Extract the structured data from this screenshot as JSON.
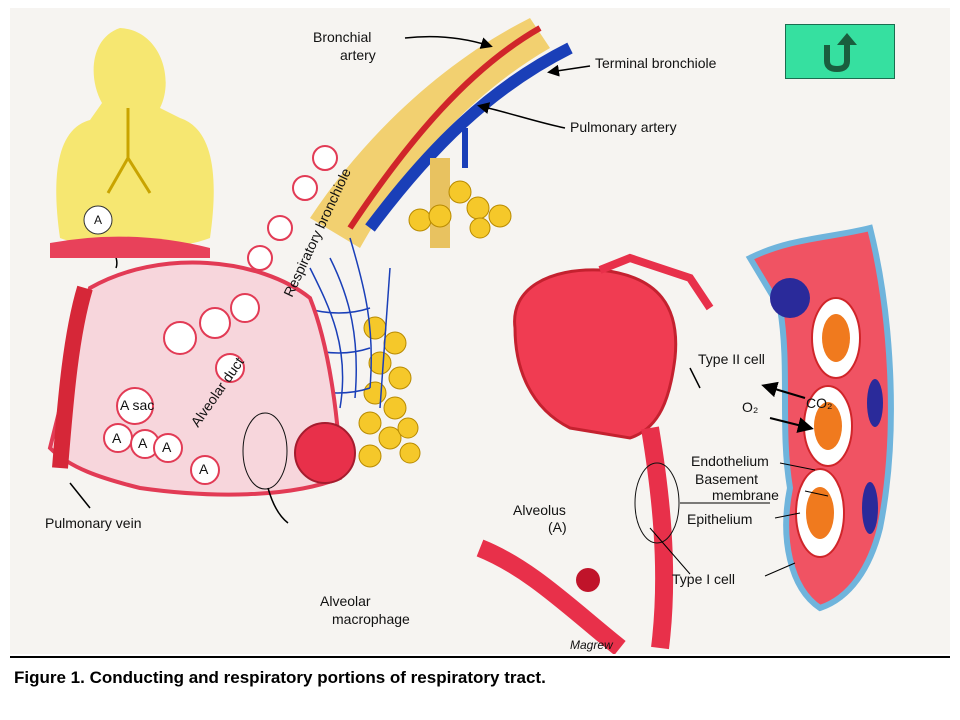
{
  "labels": {
    "bronchial_artery_1": "Bronchial",
    "bronchial_artery_2": "artery",
    "terminal_bronchiole": "Terminal bronchiole",
    "pulmonary_artery": "Pulmonary artery",
    "respiratory_bronchiole": "Respiratory bronchiole",
    "alveolar_duct": "Alveolar duct",
    "a_sac": "A sac",
    "a": "A",
    "pulmonary_vein": "Pulmonary vein",
    "alveolar_macrophage_1": "Alveolar",
    "alveolar_macrophage_2": "macrophage",
    "alveolus_1": "Alveolus",
    "alveolus_2": "(A)",
    "type_ii_cell": "Type II cell",
    "o2": "O₂",
    "co2": "CO₂",
    "endothelium": "Endothelium",
    "basement_1": "Basement",
    "basement_2": "membrane",
    "epithelium": "Epithelium",
    "type_i_cell": "Type I cell",
    "signature": "Magrew"
  },
  "caption": "Figure 1.  Conducting and respiratory portions of respiratory tract.",
  "back_button": {
    "icon": "u-turn-up-arrow-icon",
    "color": "#36e0a0"
  }
}
